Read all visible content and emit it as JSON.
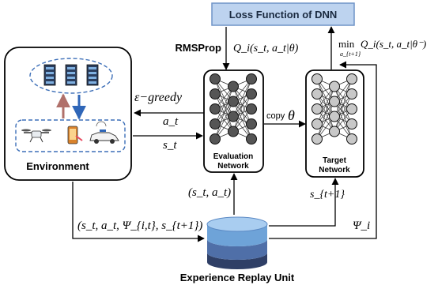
{
  "loss_box": {
    "label": "Loss Function of DNN",
    "fill": "#bdd3ef",
    "stroke": "#6f93c7"
  },
  "rmsprop": {
    "label": "RMSProp"
  },
  "q_eval_label": "Q_i(s_t, a_t|θ)",
  "q_target_label": {
    "prefix": "min",
    "subscript": "a_{t+1}",
    "expr": "Q_i(s_t, a_t|θ⁻)"
  },
  "environment": {
    "label": "Environment"
  },
  "epsilon_greedy": "ε−greedy",
  "a_t": "a_t",
  "s_t": "s_t",
  "copy": {
    "word": "copy",
    "symbol": "θ"
  },
  "evaluation_network": {
    "line1": "Evaluation",
    "line2": "Network"
  },
  "target_network": {
    "line1": "Target",
    "line2": "Network"
  },
  "s_a_tuple": "(s_t, a_t)",
  "s_t1": "s_{t+1}",
  "transition_tuple": "(s_t, a_t, Ψ_{i,t}, s_{t+1})",
  "psi_i": "Ψ_i",
  "replay": {
    "label": "Experience Replay Unit"
  },
  "colors": {
    "eval_node": "#555555",
    "target_node": "#c8c8c8",
    "replay_top": "#6ea3d8",
    "replay_mid": "#4f6fa8",
    "replay_bot": "#2f3f66",
    "dashed": "#3d6fb8",
    "arrow_up": "#2f66b8",
    "arrow_down": "#b0706a"
  },
  "icons": [
    "server-icon",
    "drone-icon",
    "phone-icon",
    "car-icon"
  ]
}
